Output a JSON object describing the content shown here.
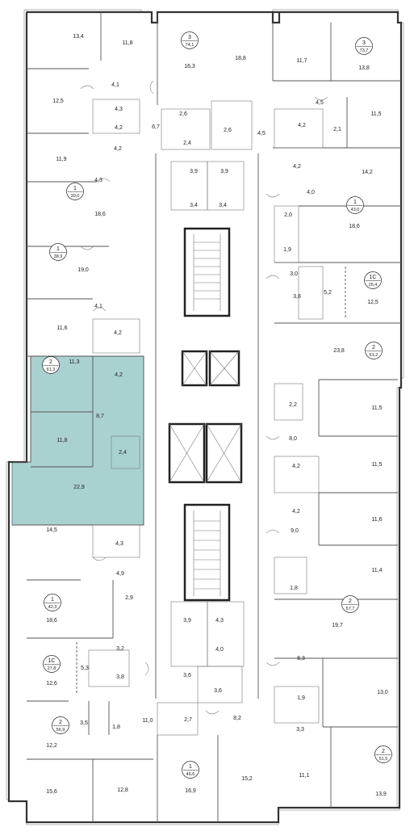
{
  "highlight_color": "#a9d1d0",
  "rooms": [
    {
      "id": "r1",
      "t": "13,4"
    },
    {
      "id": "r2",
      "t": "11,8"
    },
    {
      "id": "r3",
      "t": "16,3"
    },
    {
      "id": "r4",
      "t": "18,8"
    },
    {
      "id": "r5",
      "t": "11,7"
    },
    {
      "id": "r6",
      "t": "13,8"
    },
    {
      "id": "r7",
      "t": "4,1"
    },
    {
      "id": "r8",
      "t": "12,5"
    },
    {
      "id": "r9",
      "t": "4,3"
    },
    {
      "id": "r10",
      "t": "4,2"
    },
    {
      "id": "r11",
      "t": "6,7"
    },
    {
      "id": "r12",
      "t": "2,6"
    },
    {
      "id": "r13",
      "t": "2,4"
    },
    {
      "id": "r14",
      "t": "2,6"
    },
    {
      "id": "r15",
      "t": "4,5"
    },
    {
      "id": "r16",
      "t": "4,5"
    },
    {
      "id": "r17",
      "t": "4,2"
    },
    {
      "id": "r18",
      "t": "2,1"
    },
    {
      "id": "r19",
      "t": "11,5"
    },
    {
      "id": "r20",
      "t": "11,9"
    },
    {
      "id": "r21",
      "t": "4,2"
    },
    {
      "id": "r22",
      "t": "3,9"
    },
    {
      "id": "r23",
      "t": "3,9"
    },
    {
      "id": "r24",
      "t": "4,2"
    },
    {
      "id": "r25",
      "t": "14,2"
    },
    {
      "id": "r26",
      "t": "4,3"
    },
    {
      "id": "r27",
      "t": "3,4"
    },
    {
      "id": "r28",
      "t": "3,4"
    },
    {
      "id": "r29",
      "t": "4,0"
    },
    {
      "id": "r30",
      "t": "18,6"
    },
    {
      "id": "r31",
      "t": "2,0"
    },
    {
      "id": "r32",
      "t": "18,6"
    },
    {
      "id": "r33",
      "t": "1,9"
    },
    {
      "id": "r34",
      "t": "19,0"
    },
    {
      "id": "r35",
      "t": "3,0"
    },
    {
      "id": "r36",
      "t": "5,2"
    },
    {
      "id": "r37",
      "t": "3,8"
    },
    {
      "id": "r38",
      "t": "12,5"
    },
    {
      "id": "r39",
      "t": "4,1"
    },
    {
      "id": "r40",
      "t": "11,6"
    },
    {
      "id": "r41",
      "t": "4,2"
    },
    {
      "id": "r42",
      "t": "23,8"
    },
    {
      "id": "r43",
      "t": "11,3"
    },
    {
      "id": "r44",
      "t": "4,2"
    },
    {
      "id": "r45",
      "t": "2,2"
    },
    {
      "id": "r46",
      "t": "11,5"
    },
    {
      "id": "r47",
      "t": "8,7"
    },
    {
      "id": "r48",
      "t": "11,8"
    },
    {
      "id": "r49",
      "t": "8,0"
    },
    {
      "id": "r50",
      "t": "2,4"
    },
    {
      "id": "r51",
      "t": "4,2"
    },
    {
      "id": "r52",
      "t": "11,5"
    },
    {
      "id": "r53",
      "t": "22,9"
    },
    {
      "id": "r54",
      "t": "4,2"
    },
    {
      "id": "r55",
      "t": "11,6"
    },
    {
      "id": "r56",
      "t": "14,5"
    },
    {
      "id": "r57",
      "t": "4,3"
    },
    {
      "id": "r58",
      "t": "9,0"
    },
    {
      "id": "r59",
      "t": "4,9"
    },
    {
      "id": "r60",
      "t": "11,4"
    },
    {
      "id": "r61",
      "t": "1,8"
    },
    {
      "id": "r62",
      "t": "18,6"
    },
    {
      "id": "r63",
      "t": "2,9"
    },
    {
      "id": "r64",
      "t": "3,9"
    },
    {
      "id": "r65",
      "t": "4,3"
    },
    {
      "id": "r66",
      "t": "19,7"
    },
    {
      "id": "r67",
      "t": "4,0"
    },
    {
      "id": "r68",
      "t": "3,2"
    },
    {
      "id": "r69",
      "t": "8,3"
    },
    {
      "id": "r70",
      "t": "5,3"
    },
    {
      "id": "r71",
      "t": "3,8"
    },
    {
      "id": "r72",
      "t": "3,6"
    },
    {
      "id": "r73",
      "t": "3,6"
    },
    {
      "id": "r74",
      "t": "12,6"
    },
    {
      "id": "r75",
      "t": "1,9"
    },
    {
      "id": "r76",
      "t": "13,0"
    },
    {
      "id": "r77",
      "t": "3,3"
    },
    {
      "id": "r78",
      "t": "11,0"
    },
    {
      "id": "r79",
      "t": "2,7"
    },
    {
      "id": "r80",
      "t": "8,2"
    },
    {
      "id": "r81",
      "t": "3,5"
    },
    {
      "id": "r82",
      "t": "1,8"
    },
    {
      "id": "r83",
      "t": "12,2"
    },
    {
      "id": "r84",
      "t": "15,6"
    },
    {
      "id": "r85",
      "t": "12,8"
    },
    {
      "id": "r86",
      "t": "16,9"
    },
    {
      "id": "r87",
      "t": "15,2"
    },
    {
      "id": "r88",
      "t": "11,1"
    },
    {
      "id": "r89",
      "t": "13,9"
    }
  ],
  "apartments": [
    {
      "id": "a1",
      "rooms": "3",
      "area": "74,1"
    },
    {
      "id": "a2",
      "rooms": "3",
      "area": "73,7"
    },
    {
      "id": "a3",
      "rooms": "1",
      "area": "39,0"
    },
    {
      "id": "a4",
      "rooms": "1",
      "area": "43,0"
    },
    {
      "id": "a5",
      "rooms": "1",
      "area": "38,9"
    },
    {
      "id": "a6",
      "rooms": "1С",
      "area": "26,4"
    },
    {
      "id": "a7",
      "rooms": "2",
      "area": "61,2"
    },
    {
      "id": "a8",
      "rooms": "2",
      "area": "61,3",
      "selected": true
    },
    {
      "id": "a9",
      "rooms": "1",
      "area": "42,3"
    },
    {
      "id": "a10",
      "rooms": "2",
      "area": "57,7"
    },
    {
      "id": "a11",
      "rooms": "1С",
      "area": "27,8"
    },
    {
      "id": "a12",
      "rooms": "2",
      "area": "56,9"
    },
    {
      "id": "a13",
      "rooms": "2",
      "area": "51,5"
    },
    {
      "id": "a14",
      "rooms": "1",
      "area": "46,6"
    }
  ]
}
